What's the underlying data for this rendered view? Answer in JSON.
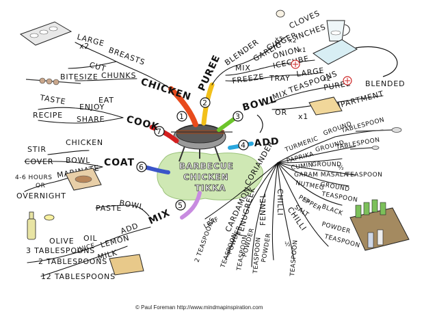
{
  "center": {
    "line1": "BARBECUE",
    "line2": "CHICKEN",
    "line3": "TIKKA"
  },
  "branches": {
    "chicken": {
      "number": "1",
      "label": "CHICKEN",
      "color": "#e84b1c",
      "words": [
        "LARGE",
        "BREASTS",
        "x2",
        "CUT",
        "BITESIZE",
        "CHUNKS"
      ]
    },
    "puree": {
      "number": "2",
      "label": "PUREE",
      "color": "#f2c01a",
      "words": [
        "BLENDER",
        "MIX",
        "GARLIC",
        "x5",
        "CLOVES",
        "GINGER",
        "x2",
        "INCHES",
        "ONION",
        "x1",
        "FREEZE",
        "ICECUBE",
        "TRAY",
        "LARGE"
      ]
    },
    "bowl": {
      "number": "3",
      "label": "BOWL",
      "color": "#6cc52b",
      "words": [
        "MIX",
        "TEASPOONS",
        "x2",
        "PUREE",
        "BLENDED",
        "OR",
        "x1",
        "COMPARTMENT"
      ]
    },
    "add": {
      "number": "4",
      "label": "ADD",
      "color": "#2aa7de",
      "words": [
        "TURMERIC",
        "GROUND",
        "TABLESPOON",
        "PAPRIKA",
        "GROUND",
        "TABLESPOON",
        "CUMIN",
        "GROUND",
        "GARAM MASALA",
        "½",
        "TEASPOON",
        "NUTMEG",
        "GROUND",
        "TEASPOON",
        "BLACK",
        "PEPPER",
        "SALT",
        "½",
        "CHILLI",
        "POWDER",
        "TEASPOON",
        "CORIANDER",
        "LEAF",
        "2 TEASPOONS",
        "CARDAMON",
        "POWDER",
        "TEASPOON",
        "FENUGREEK",
        "POWDER",
        "TEASPOON",
        "FENNEL",
        "POWDER",
        "TEASPOON",
        "CHILLI",
        "½",
        "TEASPOON"
      ]
    },
    "mix": {
      "number": "5",
      "label": "MIX",
      "color": "#c88be0",
      "words": [
        "PASTE",
        "BOWL",
        "ADD",
        "OLIVE",
        "OIL",
        "3 TABLESPOONS",
        "JUICE",
        "LEMON",
        "2 TABLESPOONS",
        "MILK",
        "12 TABLESPOONS"
      ]
    },
    "coat": {
      "number": "6",
      "label": "COAT",
      "color": "#3b55c9",
      "words": [
        "CHICKEN",
        "STIR",
        "BOWL",
        "COVER",
        "MARINATE",
        "4-6 HOURS",
        "OR",
        "OVERNIGHT"
      ]
    },
    "cook": {
      "number": "7",
      "label": "COOK",
      "color": "#d41f1f",
      "words": [
        "EAT",
        "TASTE",
        "ENJOY",
        "RECIPE",
        "SHARE"
      ]
    }
  },
  "credit": "© Paul Foreman http://www.mindmapinspiration.com"
}
